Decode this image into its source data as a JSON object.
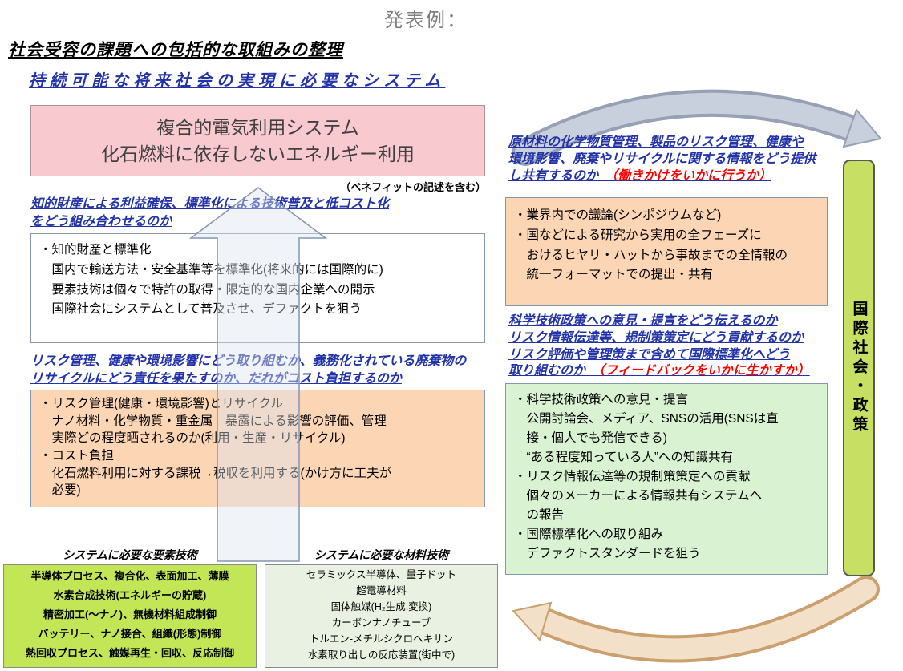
{
  "header": {
    "label": "発表例："
  },
  "title": "社会受容の課題への包括的な取組みの整理",
  "left_column": {
    "system_heading": "持続可能な将来社会の実現に必要なシステム",
    "target_box": "複合的電気利用システム\n化石燃料に依存しないエネルギー利用",
    "benefit_note": "（ベネフィットの記述を含む）",
    "ip_heading": "知的財産による利益確保、標準化による技術普及と低コスト化\nをどう組み合わせるのか",
    "ip_box": "・知的財産と標準化\n　国内で輸送方法・安全基準等を標準化(将来的には国際的に)\n　要素技術は個々で特許の取得・限定的な国内企業への開示\n　国際社会にシステムとして普及させ、デファクトを狙う",
    "risk_heading": "リスク管理、健康や環境影響にどう取り組むか、義務化されている廃棄物の\nリサイクルにどう責任を果たすのか、だれがコスト負担するのか",
    "risk_box": "・リスク管理(健康・環境影響)とリサイクル\n　ナノ材料・化学物質・重金属　暴露による影響の評価、管理\n　実際どの程度晒されるのか(利用・生産・リサイクル)\n・コスト負担\n　化石燃料利用に対する課税→税収を利用する(かけ方に工夫が\n　必要)"
  },
  "bottom_row": {
    "element_tech_heading": "システムに必要な要素技術",
    "element_tech_box": "半導体プロセス、複合化、表面加工、薄膜\n水素合成技術(エネルギーの貯蔵)\n精密加工(～ナノ)、無機材料組成制御\nバッテリー、ナノ接合、組織(形態)制御\n熱回収プロセス、触媒再生・回収、反応制御",
    "material_tech_heading": "システムに必要な材料技術",
    "material_tech_box": "セラミックス半導体、量子ドット\n超電導材料\n固体触媒(H₂生成,変換)\nカーボンナノチューブ\nトルエン-メチルシクロヘキサン\n水素取り出しの反応装置(街中で)"
  },
  "right_column": {
    "info_heading": "原材料の化学物質管理、製品のリスク管理、健康や\n環境影響、廃棄やリサイクルに関する情報をどう提供\nし共有するのか　",
    "info_heading_note": "（働きかけをいかに行うか）",
    "info_box": "・業界内での議論(シンポジウムなど)\n・国などによる研究から実用の全フェーズに\n　おけるヒヤリ・ハットから事故までの全情報の\n　統一フォーマットでの提出・共有",
    "policy_heading": "科学技術政策への意見・提言をどう伝えるのか\nリスク情報伝達等、規制策策定にどう貢献するのか\nリスク評価や管理策まで含めて国際標準化へどう\n取り組むのか　",
    "policy_heading_note": "（フィードバックをいかに生かすか）",
    "policy_box": "・科学技術政策への意見・提言\n　公開討論会、メディア、SNSの活用(SNSは直\n　接・個人でも発信できる)\n　“ある程度知っている人”への知識共有\n・リスク情報伝達等の規制策策定への貢献\n　個々のメーカーによる情報共有システムへ\n　の報告\n・国際標準化への取り組み\n　デファクトスタンダードを狙う"
  },
  "sidebar": {
    "label": "国際社会・政策"
  },
  "colors": {
    "heading_blue": "#2233AA",
    "note_red": "#FF0000",
    "target_pink": "#F8C9CE",
    "risk_orange": "#FCD5B4",
    "policy_green": "#D9F2D2",
    "element_lime": "#C3E656",
    "material_pale_green": "#E9F1E2",
    "sidebar_lime": "#C7DF63",
    "box_border_blue_gray": "#8496B0"
  }
}
